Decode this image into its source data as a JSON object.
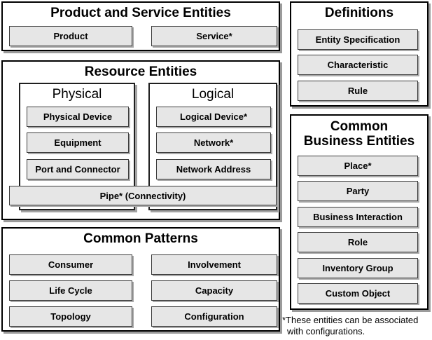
{
  "diagram": {
    "sections": {
      "product_service": {
        "title": "Product and Service Entities",
        "buttons": [
          "Product",
          "Service*"
        ]
      },
      "resource": {
        "title": "Resource Entities",
        "physical": {
          "title": "Physical",
          "buttons": [
            "Physical Device",
            "Equipment",
            "Port and Connector"
          ]
        },
        "logical": {
          "title": "Logical",
          "buttons": [
            "Logical Device*",
            "Network*",
            "Network Address"
          ]
        },
        "spanning_button": "Pipe* (Connectivity)"
      },
      "common_patterns": {
        "title": "Common Patterns",
        "buttons": [
          "Consumer",
          "Involvement",
          "Life Cycle",
          "Capacity",
          "Topology",
          "Configuration"
        ]
      },
      "definitions": {
        "title": "Definitions",
        "buttons": [
          "Entity Specification",
          "Characteristic",
          "Rule"
        ]
      },
      "common_business": {
        "title_line1": "Common",
        "title_line2": "Business Entities",
        "buttons": [
          "Place*",
          "Party",
          "Business Interaction",
          "Role",
          "Inventory Group",
          "Custom Object"
        ]
      }
    },
    "footnote": {
      "line1": "*These entities can be associated",
      "line2": "with configurations."
    },
    "colors": {
      "background": "#ffffff",
      "box_border": "#000000",
      "block_fill": "#e6e6e6",
      "shadow": "#9b9b9b"
    }
  }
}
